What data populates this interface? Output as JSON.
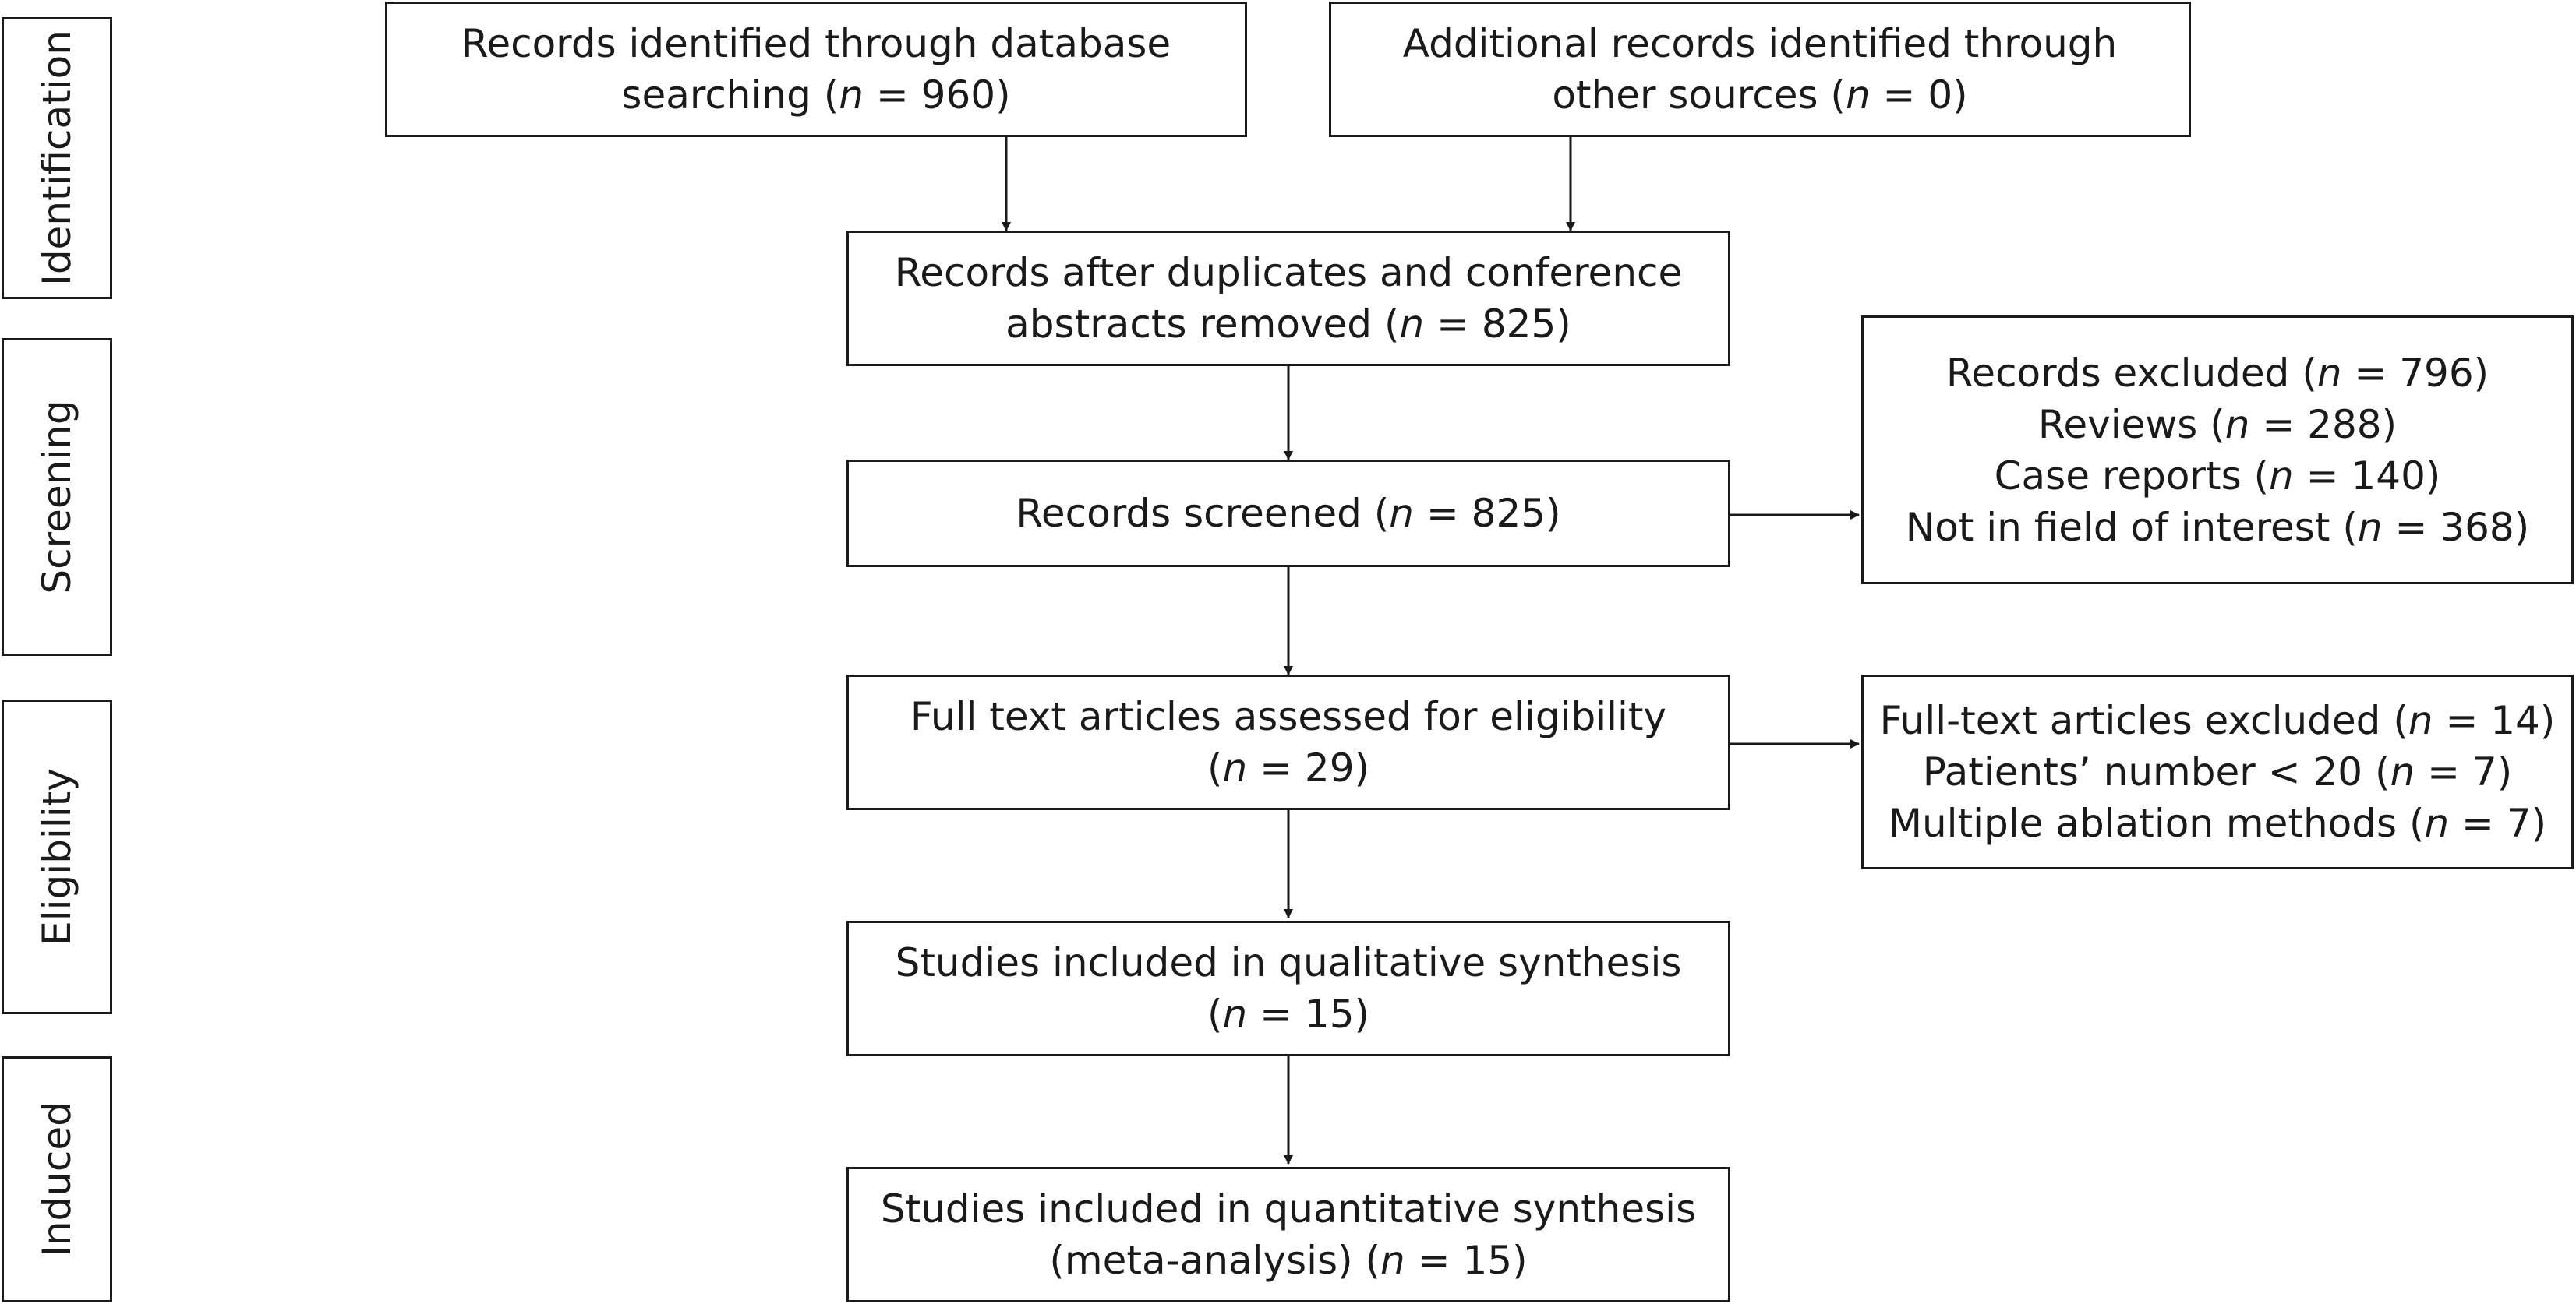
{
  "stages": [
    {
      "id": "identification",
      "label": "Identification"
    },
    {
      "id": "screening",
      "label": "Screening"
    },
    {
      "id": "eligibility",
      "label": "Eligibility"
    },
    {
      "id": "induced",
      "label": "Induced"
    }
  ],
  "boxes": {
    "database": {
      "lines": [
        "Records identified through database",
        "searching (n = 960)"
      ]
    },
    "other_sources": {
      "lines": [
        "Additional records identified through",
        "other sources (n = 0)"
      ]
    },
    "after_duplicates": {
      "lines": [
        "Records after duplicates and conference",
        "abstracts removed (n = 825)"
      ]
    },
    "screened": {
      "lines": [
        "Records screened (n = 825)"
      ]
    },
    "excluded_records": {
      "lines": [
        "Records excluded (n = 796)",
        "Reviews (n = 288)",
        "Case reports (n = 140)",
        "Not in field of interest (n = 368)"
      ]
    },
    "full_text": {
      "lines": [
        "Full text articles assessed for eligibility",
        "(n = 29)"
      ]
    },
    "excluded_full_text": {
      "lines": [
        "Full-text articles excluded (n = 14)",
        "Patients’ number < 20 (n = 7)",
        "Multiple ablation methods (n = 7)"
      ]
    },
    "qualitative": {
      "lines": [
        "Studies included in qualitative synthesis",
        "(n = 15)"
      ]
    },
    "quantitative": {
      "lines": [
        "Studies included in quantitative synthesis",
        "(meta-analysis) (n = 15)"
      ]
    }
  }
}
